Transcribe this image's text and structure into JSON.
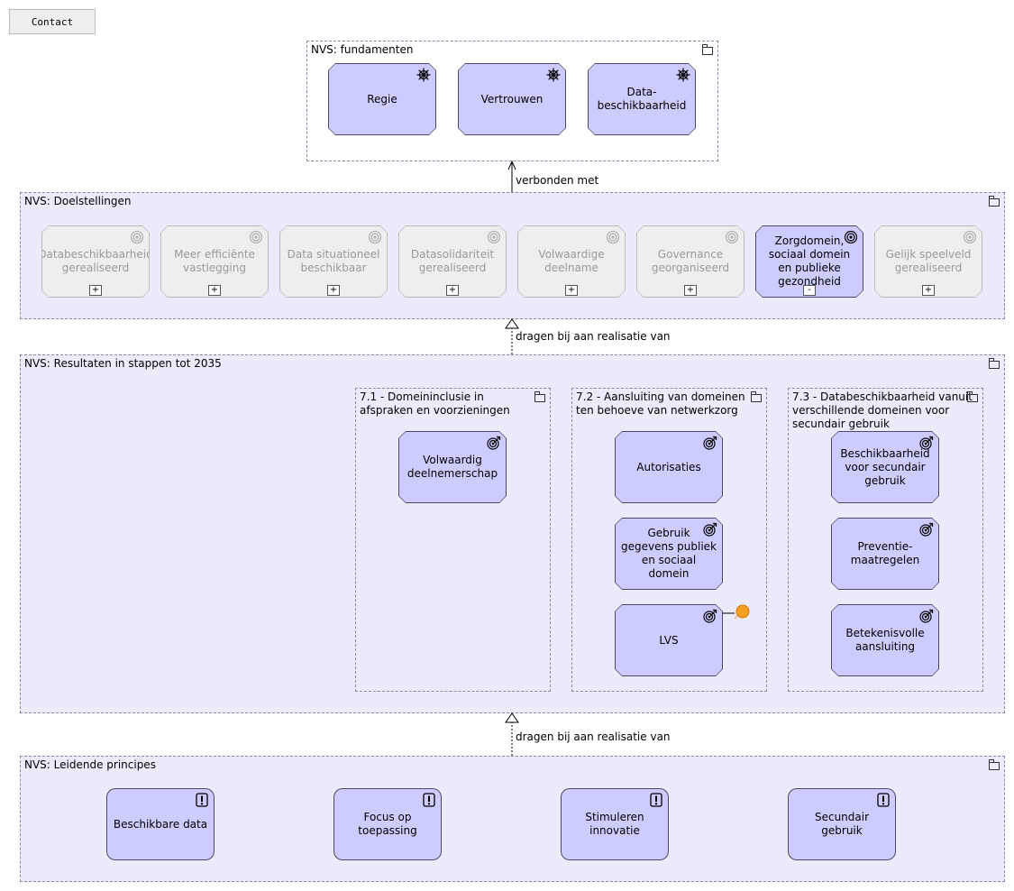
{
  "contact_button": "Contact",
  "groups": {
    "fundamenten": "NVS: fundamenten",
    "doelstellingen": "NVS: Doelstellingen",
    "resultaten": "NVS: Resultaten in stappen tot 2035",
    "sub71": "7.1 - Domeininclusie in afspraken en voorzieningen",
    "sub72": "7.2 - Aansluiting van domeinen ten behoeve van netwerkzorg",
    "sub73": "7.3 - Databeschikbaarheid vanuit verschillende domeinen voor secundair gebruik",
    "principes": "NVS: Leidende principes"
  },
  "fundamenten": [
    "Regie",
    "Vertrouwen",
    "Data-\nbeschikbaarheid"
  ],
  "doelstellingen": [
    {
      "label": "Databeschikbaarheid gerealiseerd",
      "expander": "+"
    },
    {
      "label": "Meer efficiënte vastlegging",
      "expander": "+"
    },
    {
      "label": "Data situationeel beschikbaar",
      "expander": "+"
    },
    {
      "label": "Datasolidariteit gerealiseerd",
      "expander": "+"
    },
    {
      "label": "Volwaardige deelname",
      "expander": "+"
    },
    {
      "label": "Governance georganiseerd",
      "expander": "+"
    },
    {
      "label": "Zorgdomein, sociaal domein en publieke gezondheid",
      "expander": "-"
    },
    {
      "label": "Gelijk speelveld gerealiseerd",
      "expander": "+"
    }
  ],
  "sub71_items": [
    "Volwaardig deelnemerschap"
  ],
  "sub72_items": [
    "Autorisaties",
    "Gebruik gegevens publiek en sociaal domein",
    "LVS"
  ],
  "sub73_items": [
    "Beschikbaarheid voor secundair gebruik",
    "Preventie-\nmaatregelen",
    "Betekenisvolle aansluiting"
  ],
  "principes": [
    "Beschikbare data",
    "Focus op toepassing",
    "Stimuleren innovatie",
    "Secundair gebruik"
  ],
  "relations": {
    "verbonden": "verbonden met",
    "dragen1": "dragen bij aan realisatie van",
    "dragen2": "dragen bij aan realisatie van"
  },
  "colors": {
    "element_fill": "#ccccff",
    "group_fill": "#ebebfb",
    "junction": "#f59a1b",
    "greyed": "#eeeeee"
  },
  "icons": {
    "driver": "driver-icon",
    "goal": "goal-icon",
    "outcome": "outcome-icon",
    "principle": "principle-icon",
    "folder": "folder-icon"
  }
}
